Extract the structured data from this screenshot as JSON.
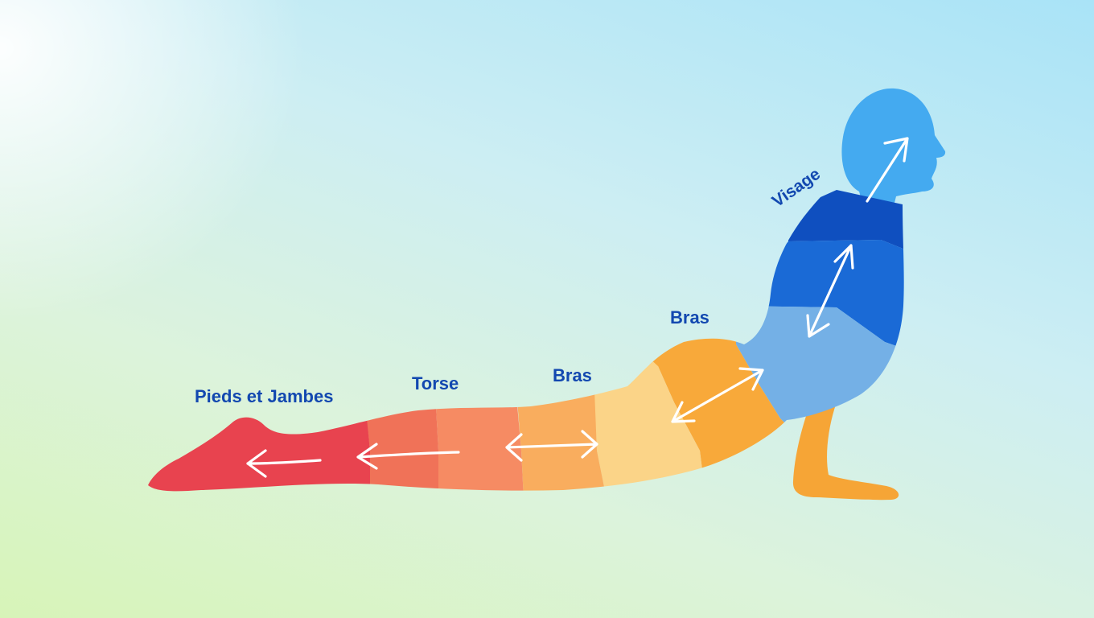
{
  "labels": {
    "visage": "Visage",
    "bras_upper": "Bras",
    "bras_lower": "Bras",
    "torse": "Torse",
    "pieds_jambes": "Pieds et Jambes"
  },
  "colors": {
    "head": "#44aaf0",
    "upper_back_dark": "#0f4fbf",
    "upper_back_mid": "#1a6ad6",
    "lower_back_light": "#74b0e6",
    "buttocks_orange": "#f8a93a",
    "hip_pale": "#fbd488",
    "thigh_orange": "#f9ad5e",
    "knee_salmon": "#f68b63",
    "calf_coral": "#f07258",
    "foot_red": "#e8434f",
    "arm_orange": "#f6a536",
    "arrow": "#ffffff",
    "label_text": "#1248b0"
  }
}
